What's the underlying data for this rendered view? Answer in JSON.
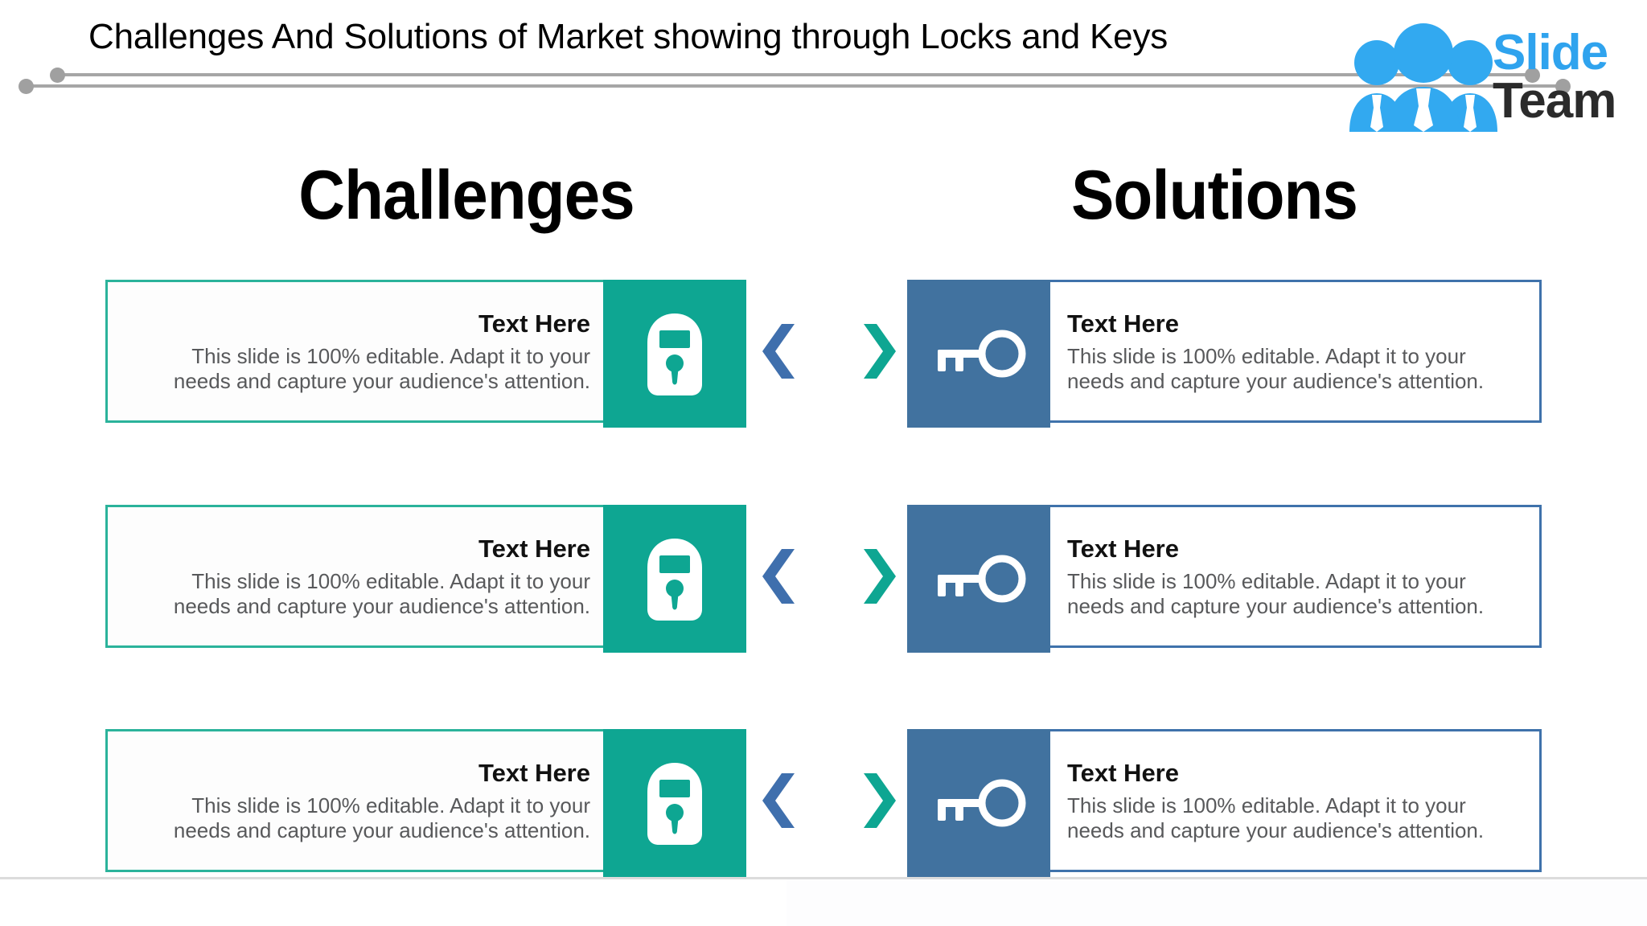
{
  "slide": {
    "title": "Challenges And Solutions of Market showing through Locks and Keys",
    "background_color": "#ffffff"
  },
  "logo": {
    "brand_part_1": "Slide",
    "brand_part_2": "Team",
    "brand_color": "#2fa3ee",
    "brand_color_2": "#2b2b2b",
    "people_icon": "three-people-icon"
  },
  "columns": {
    "left": {
      "heading": "Challenges",
      "accent_color": "#0ea692",
      "border_color": "#2bb39b",
      "icon": "lock-icon"
    },
    "right": {
      "heading": "Solutions",
      "accent_color": "#41729f",
      "border_color": "#3f72ab",
      "icon": "key-icon"
    }
  },
  "chevrons": {
    "left_icon": "chevron-left-icon",
    "left_color": "#3f6fad",
    "right_icon": "chevron-right-icon",
    "right_color": "#0ea692"
  },
  "rows": [
    {
      "challenge": {
        "title": "Text Here",
        "body": "This slide is 100% editable. Adapt it to your needs and capture your audience's attention."
      },
      "solution": {
        "title": "Text Here",
        "body": "This slide is 100% editable. Adapt it to your needs and capture your audience's attention."
      }
    },
    {
      "challenge": {
        "title": "Text Here",
        "body": "This slide is 100% editable. Adapt it to your needs and capture your audience's attention."
      },
      "solution": {
        "title": "Text Here",
        "body": "This slide is 100% editable. Adapt it to your needs and capture your audience's attention."
      }
    },
    {
      "challenge": {
        "title": "Text Here",
        "body": "This slide is 100% editable. Adapt it to your needs and capture your audience's attention."
      },
      "solution": {
        "title": "Text Here",
        "body": "This slide is 100% editable. Adapt it to your needs and capture your audience's attention."
      }
    }
  ],
  "decor": {
    "rule_color": "#a6a6a6",
    "dot_color": "#a0a0a0",
    "footer_divider_color": "#dcdcdc"
  }
}
